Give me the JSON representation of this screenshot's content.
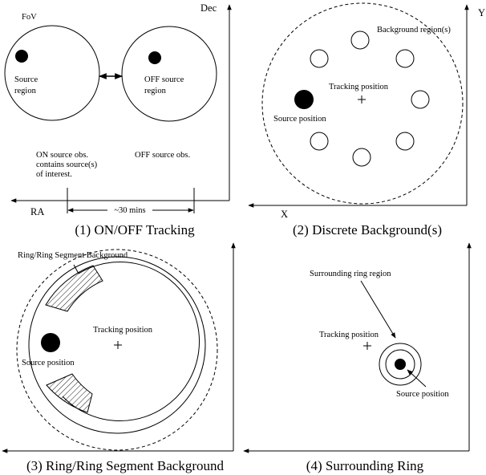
{
  "panel1": {
    "caption": "(1) ON/OFF Tracking",
    "fov_label": "FoV",
    "dec_label": "Dec",
    "ra_label": "RA",
    "source_region_line1": "Source",
    "source_region_line2": "region",
    "off_region_line1": "OFF source",
    "off_region_line2": "region",
    "on_obs_line1": "ON source obs.",
    "on_obs_line2": "contains source(s)",
    "on_obs_line3": "of interest.",
    "off_obs": "OFF source obs.",
    "time_label": "~30 mins"
  },
  "panel2": {
    "caption": "(2) Discrete Background(s)",
    "y_label": "Y",
    "x_label": "X",
    "background_label": "Background region(s)",
    "tracking_label": "Tracking position",
    "source_label": "Source position"
  },
  "panel3": {
    "caption": "(3) Ring/Ring Segment Background",
    "title": "Ring/Ring Segment Background",
    "tracking_label": "Tracking position",
    "source_label": "Source position"
  },
  "panel4": {
    "caption": "(4) Surrounding Ring",
    "ring_label": "Surrounding ring region",
    "tracking_label": "Tracking position",
    "source_label": "Source position"
  }
}
